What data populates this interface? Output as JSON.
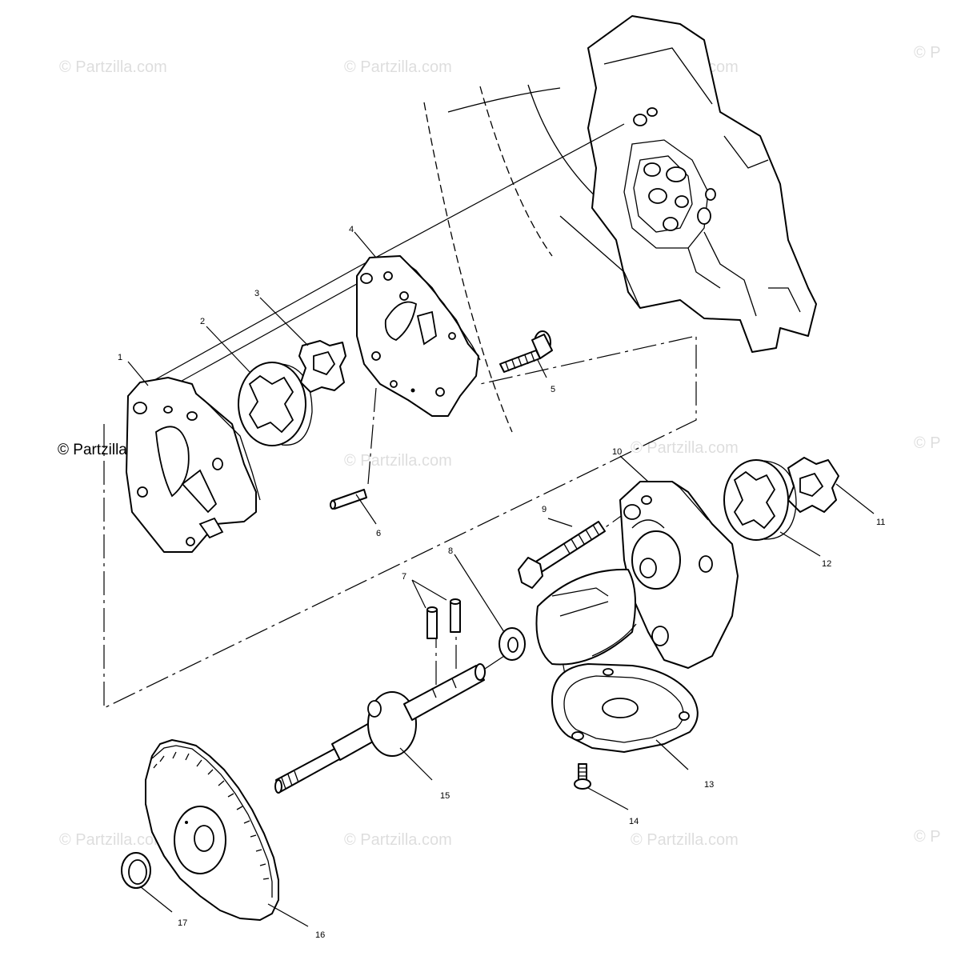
{
  "watermark": {
    "text": "© Partzilla.com",
    "edge_text": "© P"
  },
  "callouts": {
    "c1": "1",
    "c2": "2",
    "c3": "3",
    "c4": "4",
    "c5": "5",
    "c6": "6",
    "c7": "7",
    "c8": "8",
    "c9": "9",
    "c10": "10",
    "c11": "11",
    "c12": "12",
    "c13": "13",
    "c14": "14",
    "c15": "15",
    "c16": "16",
    "c17": "17"
  }
}
